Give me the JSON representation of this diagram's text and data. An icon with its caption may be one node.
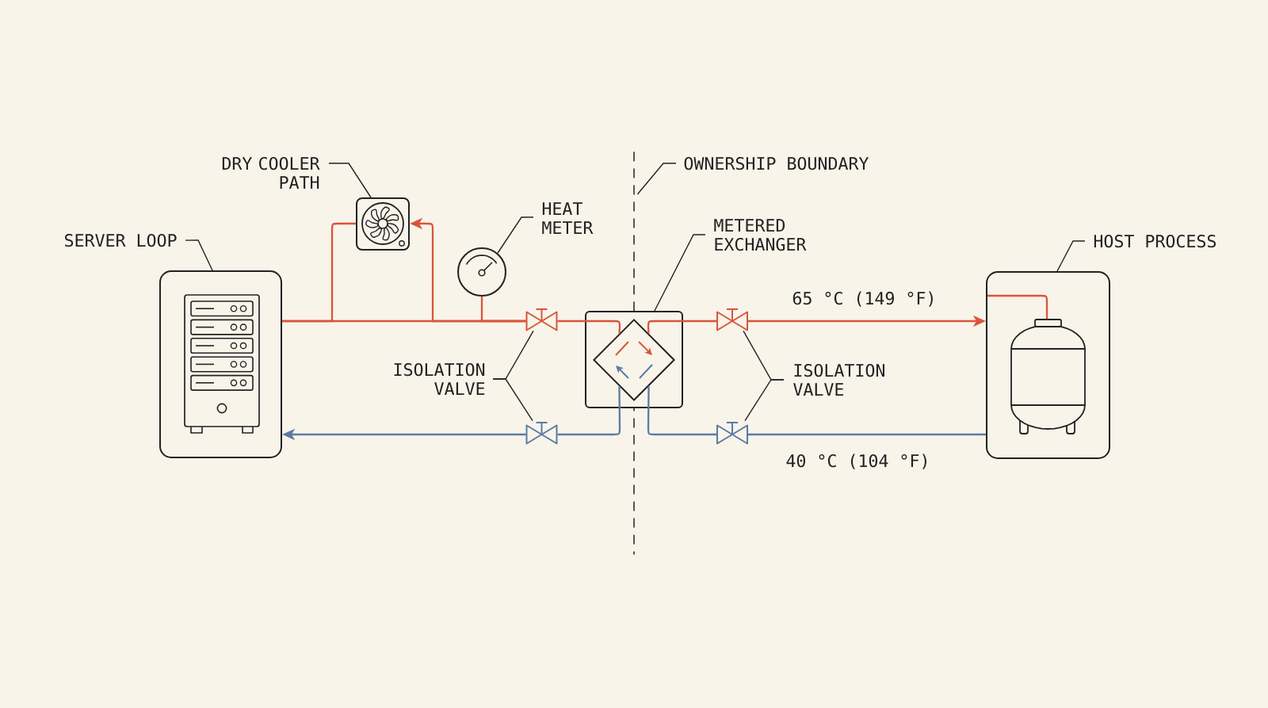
{
  "diagram": {
    "nodes": [
      {
        "text": [
          "SERVER LOOP"
        ]
      },
      {
        "text": [],
        "shape": "picture"
      },
      {
        "text": [
          "DRY COOLER PATH"
        ]
      },
      {
        "text": [],
        "shape": "picture"
      },
      {
        "text": [
          "HEAT METER"
        ]
      },
      {
        "text": [],
        "shape": "picture"
      },
      {
        "text": [],
        "shape": "valve"
      },
      {
        "text": [
          "ISOLATION VALVE"
        ]
      },
      {
        "text": [],
        "shape": "valve"
      },
      {
        "text": [
          "OWNERSHIP BOUNDARY"
        ]
      },
      {
        "text": [],
        "shape": "line"
      },
      {
        "text": [
          "METERED EXCHANGER"
        ]
      },
      {
        "text": [],
        "shape": "box"
      },
      {
        "text": [],
        "shape": "diamond",
        "in": 12
      },
      {
        "text": [],
        "shape": "valve"
      },
      {
        "text": [],
        "shape": "valve"
      },
      {
        "text": [
          "ISOLATION VALVE"
        ]
      },
      {
        "text": [
          "HOST PROCESS"
        ]
      },
      {
        "text": [],
        "shape": "picture"
      }
    ],
    "edges": [
      {
        "from": 0,
        "to": 1,
        "arrow": "none"
      },
      {
        "from": 2,
        "to": 3,
        "arrow": "none"
      },
      {
        "from": 4,
        "to": 5,
        "arrow": "none"
      },
      {
        "from": 7,
        "to": 6,
        "arrow": "none"
      },
      {
        "from": 7,
        "to": 8,
        "arrow": "none"
      },
      {
        "from": 9,
        "to": 10,
        "arrow": "none"
      },
      {
        "from": 11,
        "to": 12,
        "arrow": "none"
      },
      {
        "from": 16,
        "to": 14,
        "arrow": "none"
      },
      {
        "from": 16,
        "to": 15,
        "arrow": "none"
      },
      {
        "from": 17,
        "to": 18,
        "arrow": "none"
      },
      {
        "from": 1,
        "to": 6,
        "arrow": "none",
        "color": "#d9553b"
      },
      {
        "from": 1,
        "to": 3,
        "arrow": "none",
        "color": "#d9553b"
      },
      {
        "from": 6,
        "to": 3,
        "arrow": "to",
        "color": "#d9553b"
      },
      {
        "from": 5,
        "to": 6,
        "arrow": "none",
        "color": "#d9553b"
      },
      {
        "from": 6,
        "to": 13,
        "arrow": "none",
        "color": "#d9553b"
      },
      {
        "from": 13,
        "to": 14,
        "arrow": "none",
        "color": "#d9553b"
      },
      {
        "from": 14,
        "to": 18,
        "arrow": "to",
        "label": "65 °C (149 °F)",
        "color": "#d9553b"
      },
      {
        "from": 18,
        "to": 15,
        "arrow": "none",
        "label": "40 °C (104 °F)",
        "color": "#5b7ba3"
      },
      {
        "from": 15,
        "to": 13,
        "arrow": "none",
        "color": "#5b7ba3"
      },
      {
        "from": 13,
        "to": 8,
        "arrow": "none",
        "color": "#5b7ba3"
      },
      {
        "from": 8,
        "to": 1,
        "arrow": "to",
        "color": "#5b7ba3"
      }
    ]
  }
}
